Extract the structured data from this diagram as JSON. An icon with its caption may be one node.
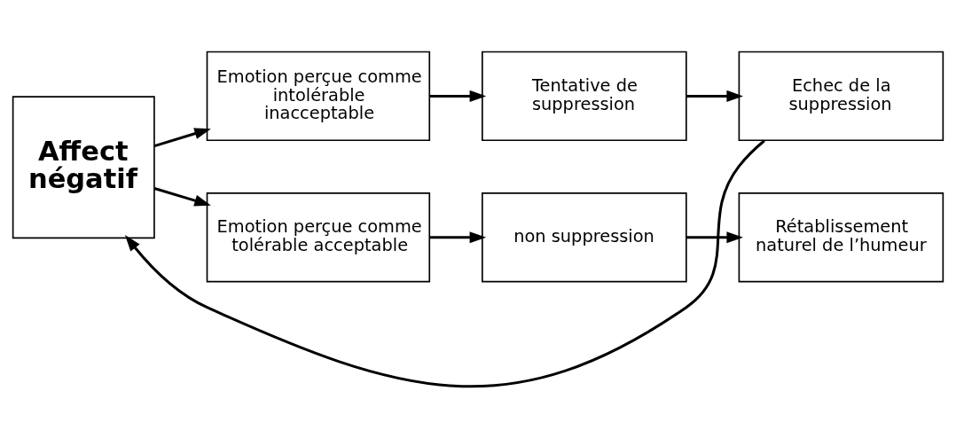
{
  "diagram": {
    "nodes": [
      {
        "text": [
          "Affect négatif"
        ]
      },
      {
        "text": [
          "Emotion perçue comme intolérable inacceptable"
        ]
      },
      {
        "text": [
          "Tentative de suppression"
        ]
      },
      {
        "text": [
          "Echec de la suppression"
        ]
      },
      {
        "text": [
          "Emotion perçue comme tolérable acceptable"
        ]
      },
      {
        "text": [
          "non suppression"
        ]
      },
      {
        "text": [
          "Rétablissement naturel de l’humeur"
        ]
      }
    ],
    "edges": [
      {
        "from": 0,
        "to": 1,
        "arrow": "to"
      },
      {
        "from": 1,
        "to": 2,
        "arrow": "to"
      },
      {
        "from": 2,
        "to": 3,
        "arrow": "to"
      },
      {
        "from": 3,
        "to": 0,
        "arrow": "to"
      },
      {
        "from": 0,
        "to": 4,
        "arrow": "to"
      },
      {
        "from": 4,
        "to": 5,
        "arrow": "to"
      },
      {
        "from": 5,
        "to": 6,
        "arrow": "to"
      }
    ]
  }
}
